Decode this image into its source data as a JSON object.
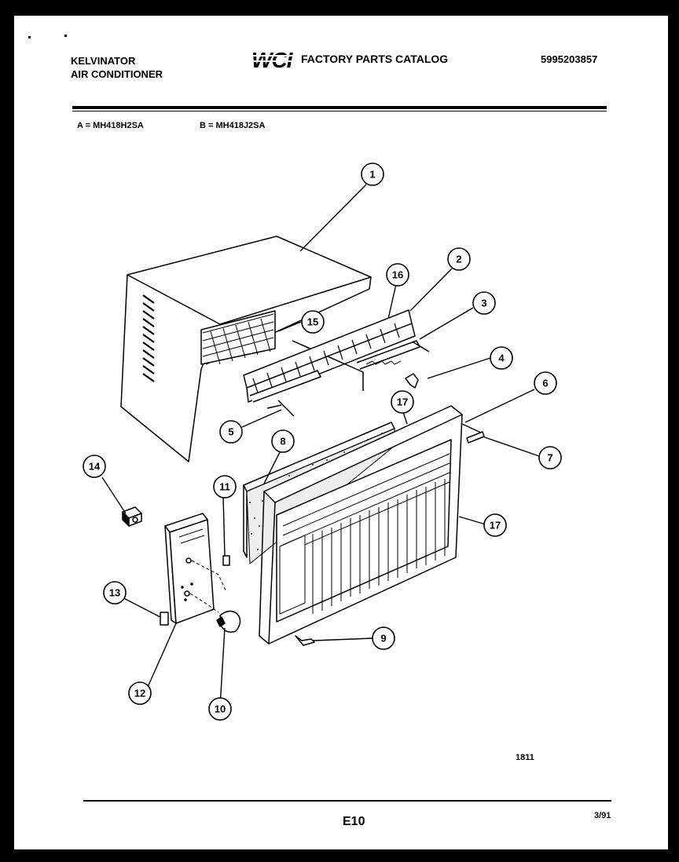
{
  "header": {
    "brand_line1": "KELVINATOR",
    "brand_line2": "AIR CONDITIONER",
    "logo": "WCI",
    "catalog_title": "FACTORY PARTS CATALOG",
    "catalog_number": "5995203857"
  },
  "models": {
    "a": "A = MH418H2SA",
    "b": "B = MH418J2SA"
  },
  "callouts": [
    "1",
    "2",
    "3",
    "4",
    "5",
    "6",
    "7",
    "8",
    "9",
    "10",
    "11",
    "12",
    "13",
    "14",
    "15",
    "16",
    "17",
    "17"
  ],
  "footer": {
    "figure_code": "1811",
    "page_code": "E10",
    "date": "3/91"
  }
}
